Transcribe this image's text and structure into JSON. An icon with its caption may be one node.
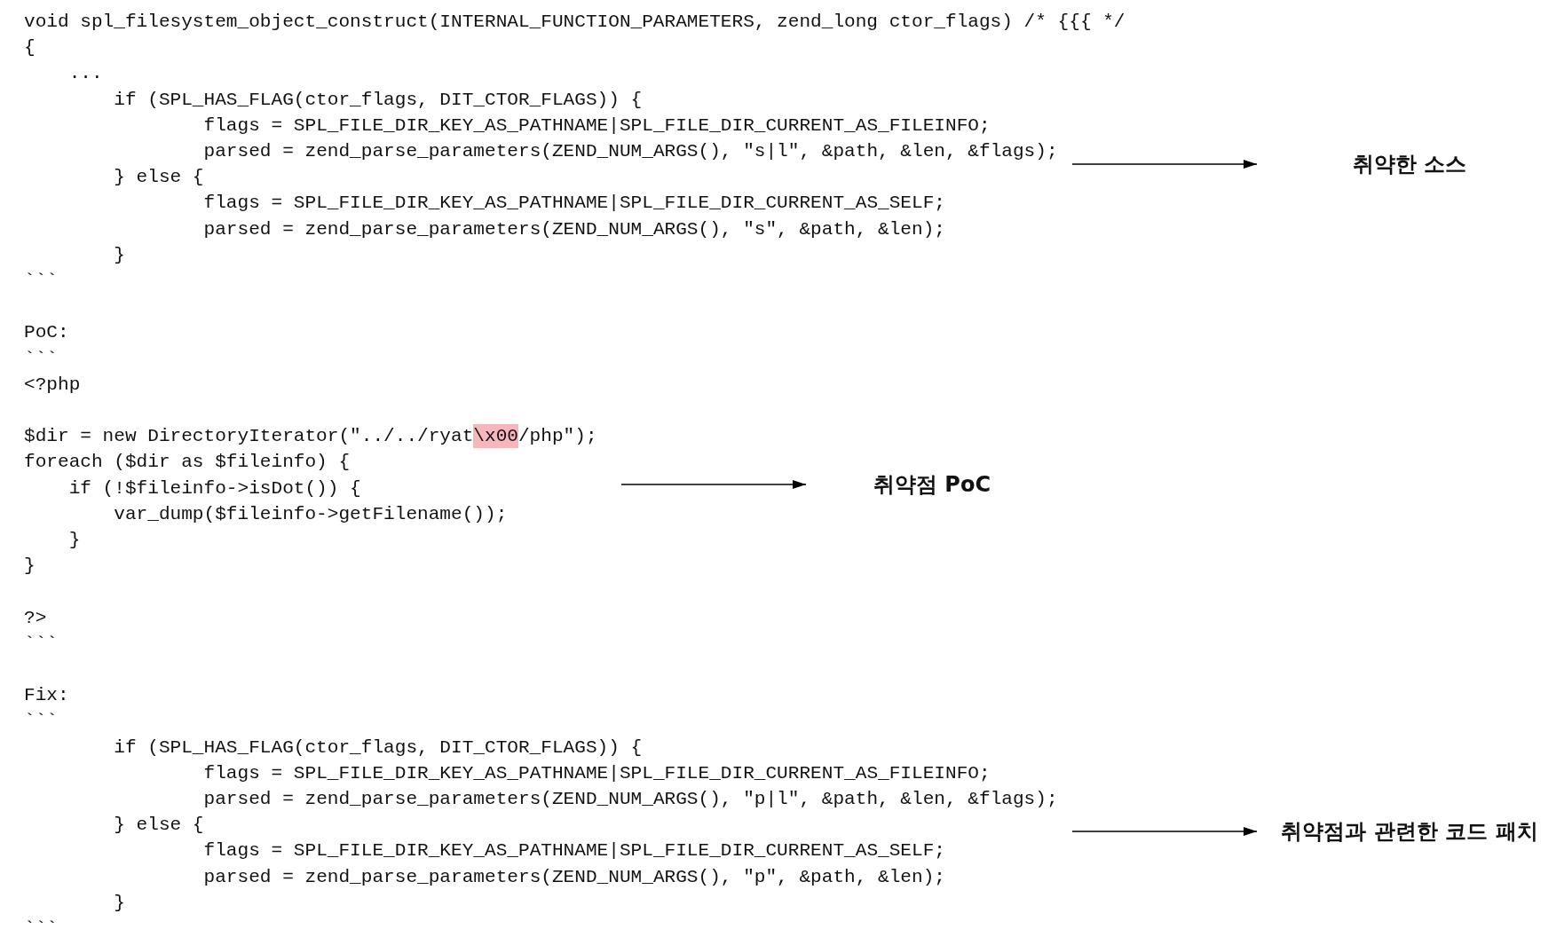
{
  "diagram": {
    "nodes": [
      {
        "text": [
          "void spl_filesystem_object_construct(INTERNAL_FUNCTION_PARAMETERS, zend_long ctor_flags) /* {{{ */",
          "{",
          "...",
          "if (SPL_HAS_FLAG(ctor_flags, DIT_CTOR_FLAGS)) {",
          "flags = SPL_FILE_DIR_KEY_AS_PATHNAME|SPL_FILE_DIR_CURRENT_AS_FILEINFO;",
          "parsed = zend_parse_parameters(ZEND_NUM_ARGS(), \"s|l\", &path, &len, &flags);",
          "} else {",
          "flags = SPL_FILE_DIR_KEY_AS_PATHNAME|SPL_FILE_DIR_CURRENT_AS_SELF;",
          "parsed = zend_parse_parameters(ZEND_NUM_ARGS(), \"s\", &path, &len);",
          "}",
          "```"
        ]
      },
      {
        "text": [
          "취약한 소스"
        ]
      },
      {
        "text": [
          "PoC:",
          "```",
          "<?php",
          "$dir = new DirectoryIterator(\"../../ryat\\x00/php\");",
          "foreach ($dir as $fileinfo) {",
          "if (!$fileinfo->isDot()) {",
          "var_dump($fileinfo->getFilename());",
          "}"
        ]
      },
      {
        "text": [
          "취약점 PoC"
        ]
      },
      {
        "text": [
          "}",
          "?>",
          "```"
        ]
      },
      {
        "text": [
          "Fix:",
          "```",
          "if (SPL_HAS_FLAG(ctor_flags, DIT_CTOR_FLAGS)) {",
          "flags = SPL_FILE_DIR_KEY_AS_PATHNAME|SPL_FILE_DIR_CURRENT_AS_FILEINFO;",
          "parsed = zend_parse_parameters(ZEND_NUM_ARGS(), \"p|l\", &path, &len, &flags);",
          "} else {",
          "flags = SPL_FILE_DIR_KEY_AS_PATHNAME|SPL_FILE_DIR_CURRENT_AS_SELF;",
          "parsed = zend_parse_parameters(ZEND_NUM_ARGS(), \"p\", &path, &len);",
          "}",
          "```"
        ]
      },
      {
        "text": [
          "취약점과 관련한 코드 패치"
        ]
      }
    ],
    "edges": [
      {
        "from": 0,
        "to": 1,
        "arrow": "to"
      },
      {
        "from": 2,
        "to": 3,
        "arrow": "to"
      },
      {
        "from": 5,
        "to": 6,
        "arrow": "to"
      }
    ]
  }
}
